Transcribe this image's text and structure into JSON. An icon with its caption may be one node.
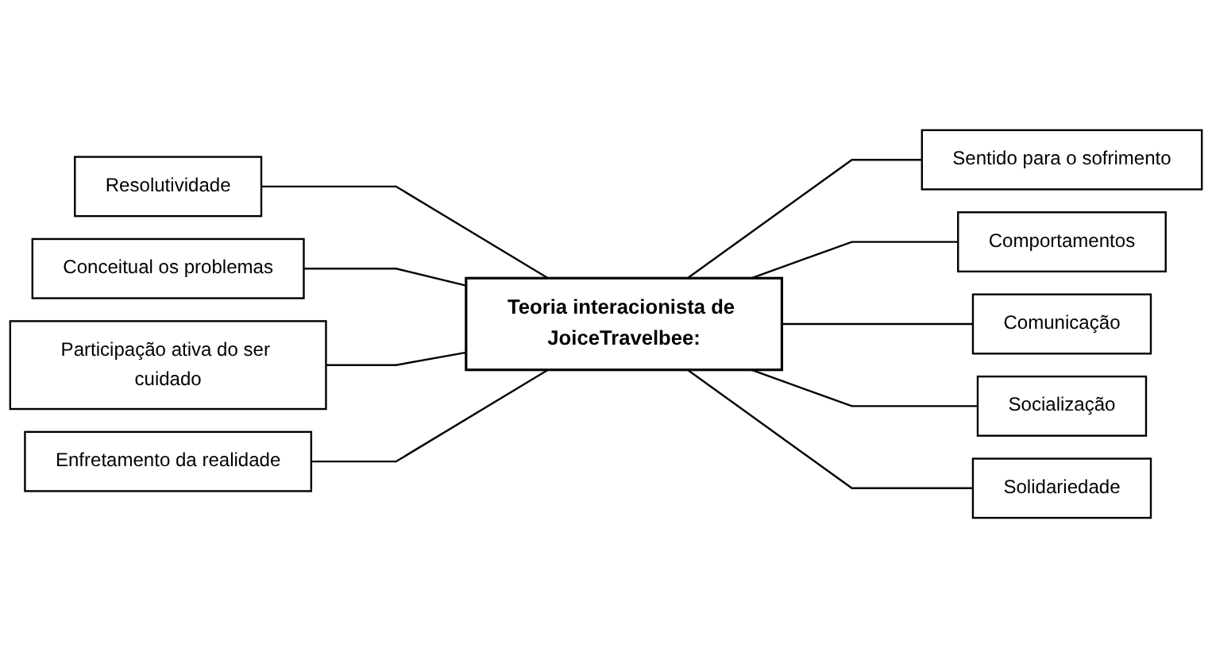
{
  "diagram": {
    "nodes": [
      {
        "text": [
          "Teoria interacionista de JoiceTravelbee:"
        ]
      },
      {
        "text": [
          "Resolutividade"
        ]
      },
      {
        "text": [
          "Conceitual os problemas"
        ]
      },
      {
        "text": [
          "Participação ativa do ser cuidado"
        ]
      },
      {
        "text": [
          "Enfretamento da realidade"
        ]
      },
      {
        "text": [
          "Sentido para o sofrimento"
        ]
      },
      {
        "text": [
          "Comportamentos"
        ]
      },
      {
        "text": [
          "Comunicação"
        ]
      },
      {
        "text": [
          "Socialização"
        ]
      },
      {
        "text": [
          "Solidariedade"
        ]
      }
    ],
    "edges": [
      {
        "from": 1,
        "to": 0,
        "arrow": "none"
      },
      {
        "from": 2,
        "to": 0,
        "arrow": "none"
      },
      {
        "from": 3,
        "to": 0,
        "arrow": "none"
      },
      {
        "from": 4,
        "to": 0,
        "arrow": "none"
      },
      {
        "from": 0,
        "to": 5,
        "arrow": "none"
      },
      {
        "from": 0,
        "to": 6,
        "arrow": "none"
      },
      {
        "from": 0,
        "to": 7,
        "arrow": "none"
      },
      {
        "from": 0,
        "to": 8,
        "arrow": "none"
      },
      {
        "from": 0,
        "to": 9,
        "arrow": "none"
      }
    ]
  }
}
